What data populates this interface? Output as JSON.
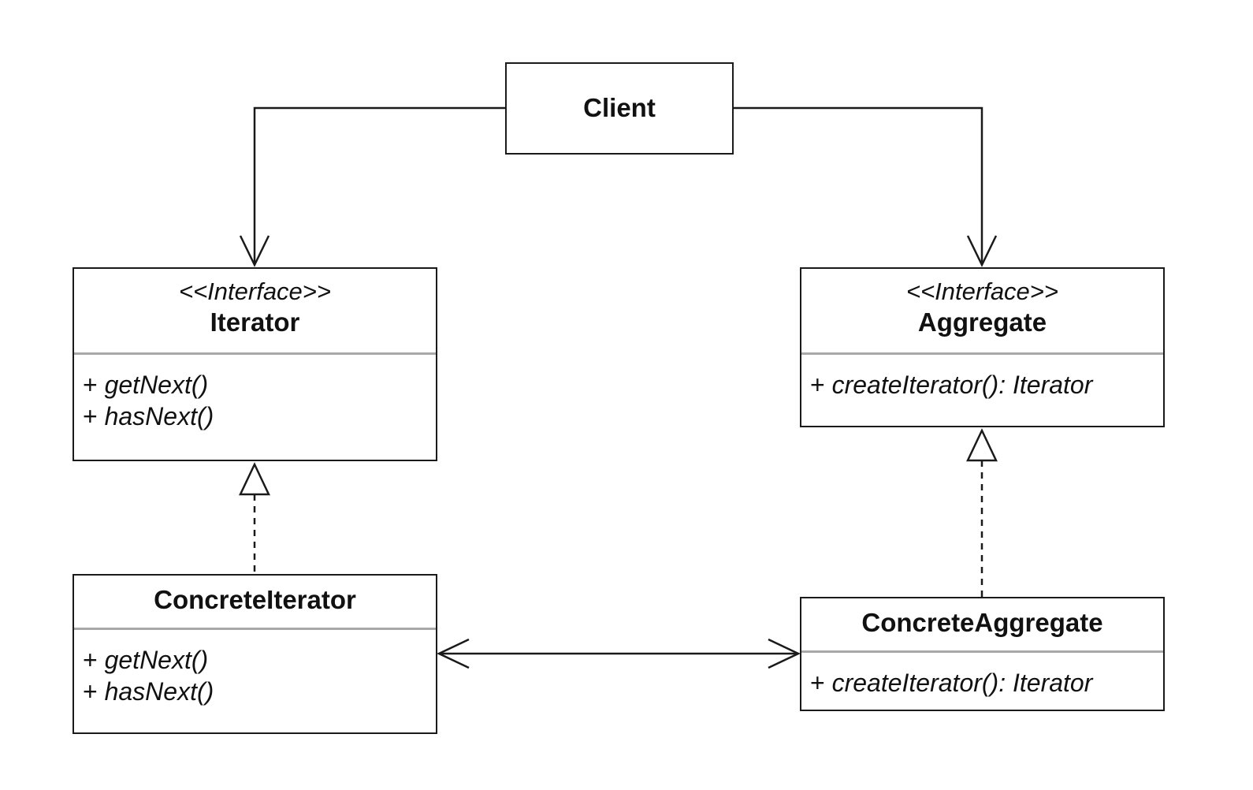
{
  "diagram": {
    "classes": {
      "client": {
        "name": "Client"
      },
      "iterator": {
        "stereotype": "<<Interface>>",
        "name": "Iterator",
        "operations": [
          {
            "visibility": "+",
            "signature": "getNext()"
          },
          {
            "visibility": "+",
            "signature": "hasNext()"
          }
        ]
      },
      "aggregate": {
        "stereotype": "<<Interface>>",
        "name": "Aggregate",
        "operations": [
          {
            "visibility": "+",
            "signature": "createIterator(): Iterator"
          }
        ]
      },
      "concrete_iterator": {
        "name": "ConcreteIterator",
        "operations": [
          {
            "visibility": "+",
            "signature": "getNext()"
          },
          {
            "visibility": "+",
            "signature": "hasNext()"
          }
        ]
      },
      "concrete_aggregate": {
        "name": "ConcreteAggregate",
        "operations": [
          {
            "visibility": "+",
            "signature": "createIterator(): Iterator"
          }
        ]
      }
    },
    "relationships": [
      {
        "from": "Client",
        "to": "Iterator",
        "type": "association",
        "arrow": "open"
      },
      {
        "from": "Client",
        "to": "Aggregate",
        "type": "association",
        "arrow": "open"
      },
      {
        "from": "ConcreteIterator",
        "to": "Iterator",
        "type": "realization",
        "arrow": "hollow-triangle",
        "line": "dashed"
      },
      {
        "from": "ConcreteAggregate",
        "to": "Aggregate",
        "type": "realization",
        "arrow": "hollow-triangle",
        "line": "dashed"
      },
      {
        "from": "ConcreteIterator",
        "to": "ConcreteAggregate",
        "type": "association",
        "arrow": "open-both-ends"
      }
    ],
    "colors": {
      "stroke": "#1a1a1a",
      "divider": "#a8a8a8",
      "background": "#ffffff"
    }
  }
}
